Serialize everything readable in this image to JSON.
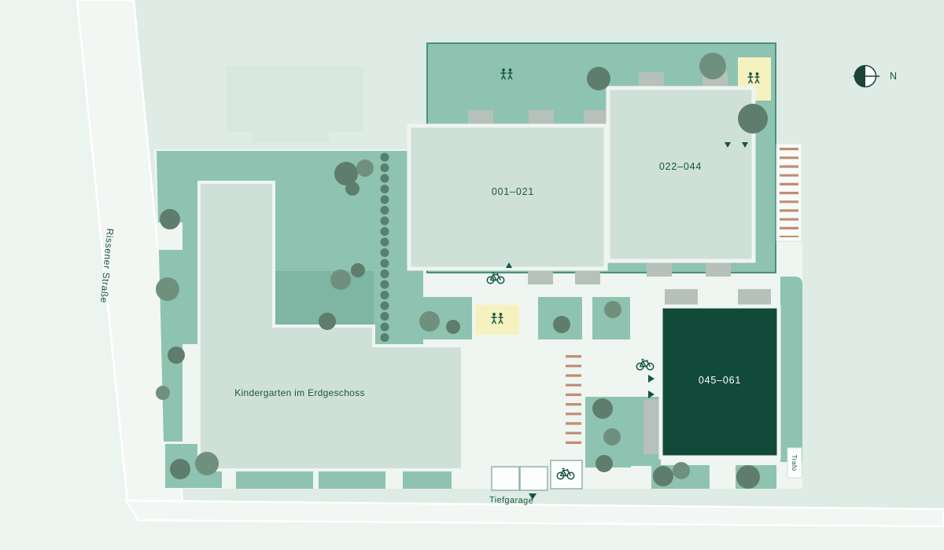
{
  "site": {
    "street_label": "Rissener Straße",
    "garage_label": "Tiefgarage",
    "trafo_label": "Trafo",
    "compass_label": "N",
    "kindergarten_label": "Kindergarten im Erdgeschoss",
    "buildings": [
      {
        "id": "building-001-021",
        "label": "001–021"
      },
      {
        "id": "building-022-044",
        "label": "022–044"
      },
      {
        "id": "building-045-061",
        "label": "045–061"
      }
    ],
    "colors": {
      "background": "#dfebe5",
      "background_light": "#ecf4ef",
      "road": "#f2f7f4",
      "path": "#eff5f1",
      "lawn": "#8fc3b1",
      "lawn_dark": "#7eb5a3",
      "building_light": "#cfe0d8",
      "building_dark": "#124a39",
      "building_selected_text": "#ffffff",
      "playground_yellow": "#f6f2bf",
      "tree": "#5e7d6c",
      "parking_stripe": "#c18d72",
      "entrance_gray": "#b6c1bb",
      "outline": "#4a917b",
      "text": "#175741"
    }
  }
}
